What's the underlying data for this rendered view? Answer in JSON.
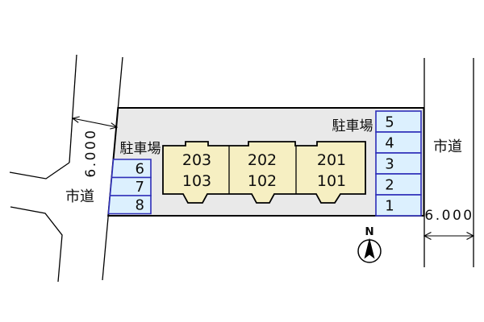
{
  "site_plan": {
    "building": {
      "units": [
        {
          "upper": "203",
          "lower": "103"
        },
        {
          "upper": "202",
          "lower": "102"
        },
        {
          "upper": "201",
          "lower": "101"
        }
      ]
    },
    "parking": {
      "label_left": "駐車場",
      "label_right": "駐車場",
      "left_spaces": [
        "6",
        "7",
        "8"
      ],
      "right_spaces": [
        "5",
        "4",
        "3",
        "2",
        "1"
      ]
    },
    "roads": {
      "left_label": "市道",
      "right_label": "市道",
      "left_width_dim": "6.000",
      "right_width_dim": "6.000"
    },
    "compass": {
      "north_label": "N"
    },
    "colors": {
      "site_fill": "#e9e9e9",
      "building_fill": "#f6efc2",
      "parking_fill": "#dcf0fe",
      "parking_border": "#2e2eb8",
      "line": "#000000"
    }
  }
}
